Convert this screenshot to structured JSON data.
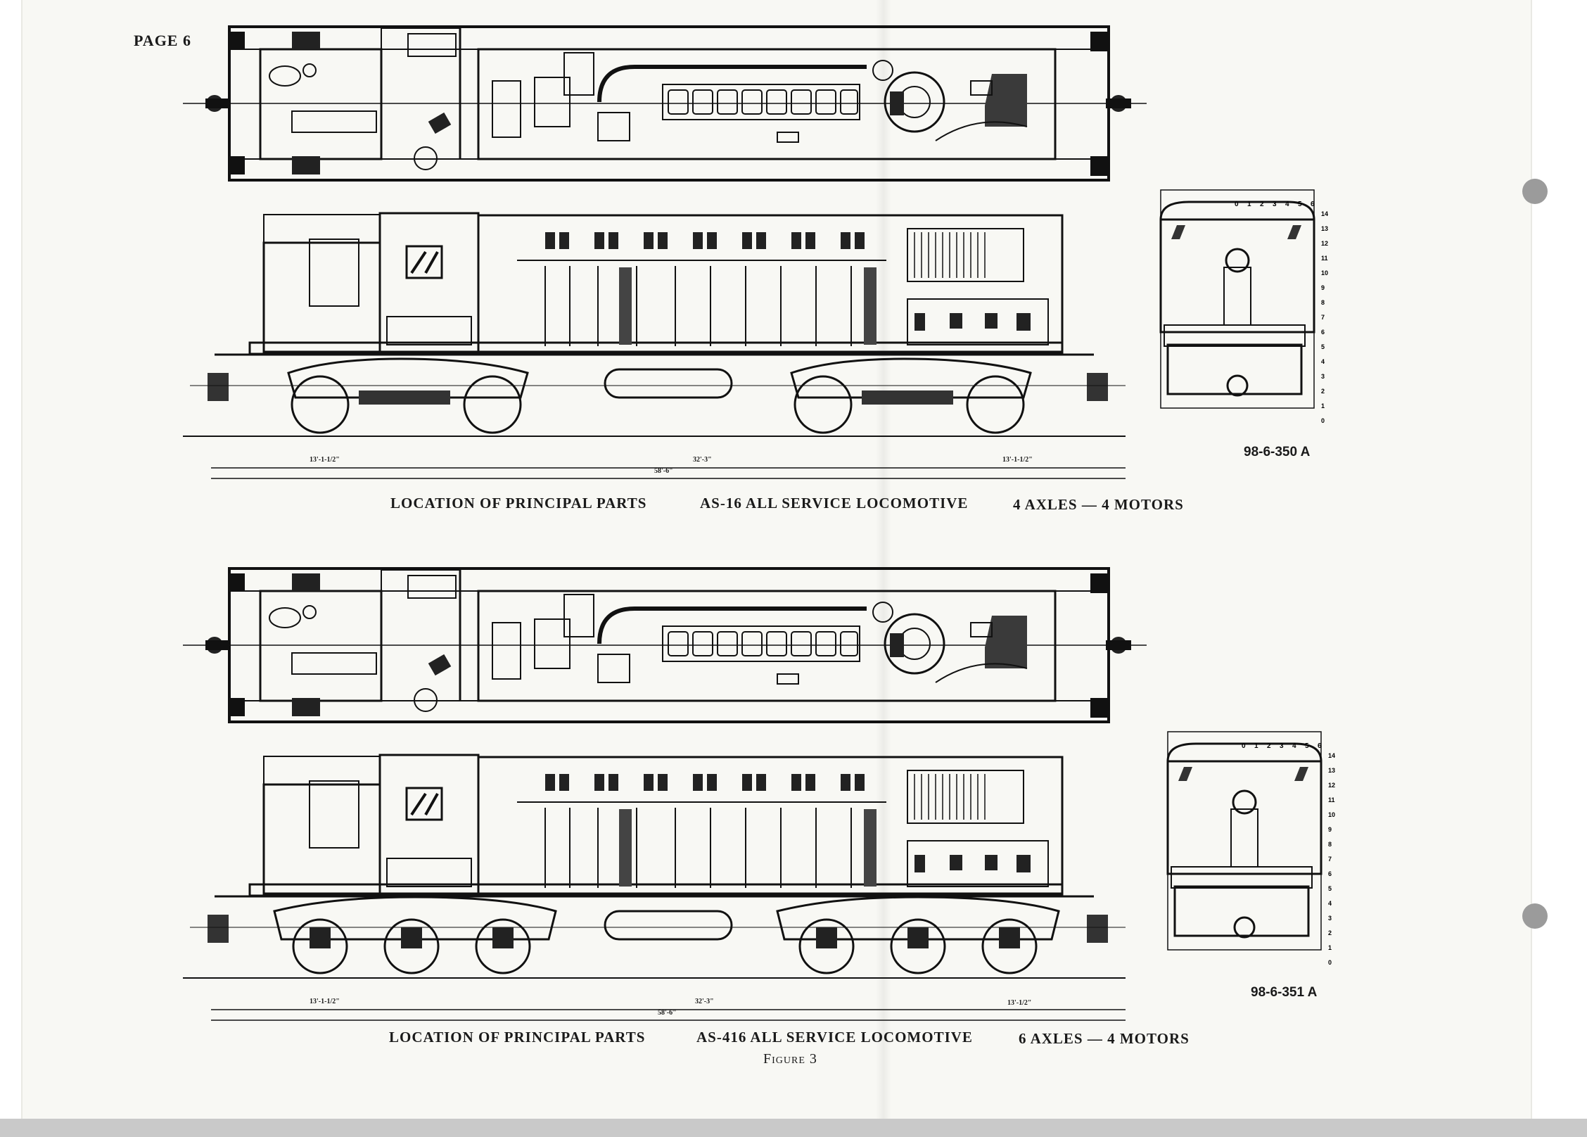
{
  "page_label": "PAGE 6",
  "diagrams": [
    {
      "caption_left": "LOCATION OF PRINCIPAL PARTS",
      "caption_center": "AS-16 ALL SERVICE LOCOMOTIVE",
      "caption_right": "4 AXLES — 4 MOTORS",
      "drawing_number": "98-6-350 A",
      "dimensions": {
        "truck_left": "13'-1-1/2\"",
        "truck_centers": "32'-3\"",
        "truck_right": "13'-1-1/2\"",
        "overall": "58'-6\""
      }
    },
    {
      "caption_left": "LOCATION OF PRINCIPAL PARTS",
      "caption_center": "AS-416 ALL SERVICE LOCOMOTIVE",
      "caption_right": "6 AXLES — 4 MOTORS",
      "drawing_number": "98-6-351 A",
      "dimensions": {
        "truck_left": "13'-1-1/2\"",
        "truck_centers": "32'-3\"",
        "truck_right": "13'-1/2\"",
        "overall": "58'-6\""
      }
    }
  ],
  "figure_caption": "Figure 3",
  "scale_top": [
    "0",
    "1",
    "2",
    "3",
    "4",
    "5",
    "6"
  ],
  "scale_side": [
    "14",
    "13",
    "12",
    "11",
    "10",
    "9",
    "8",
    "7",
    "6",
    "5",
    "4",
    "3",
    "2",
    "1",
    "0"
  ]
}
